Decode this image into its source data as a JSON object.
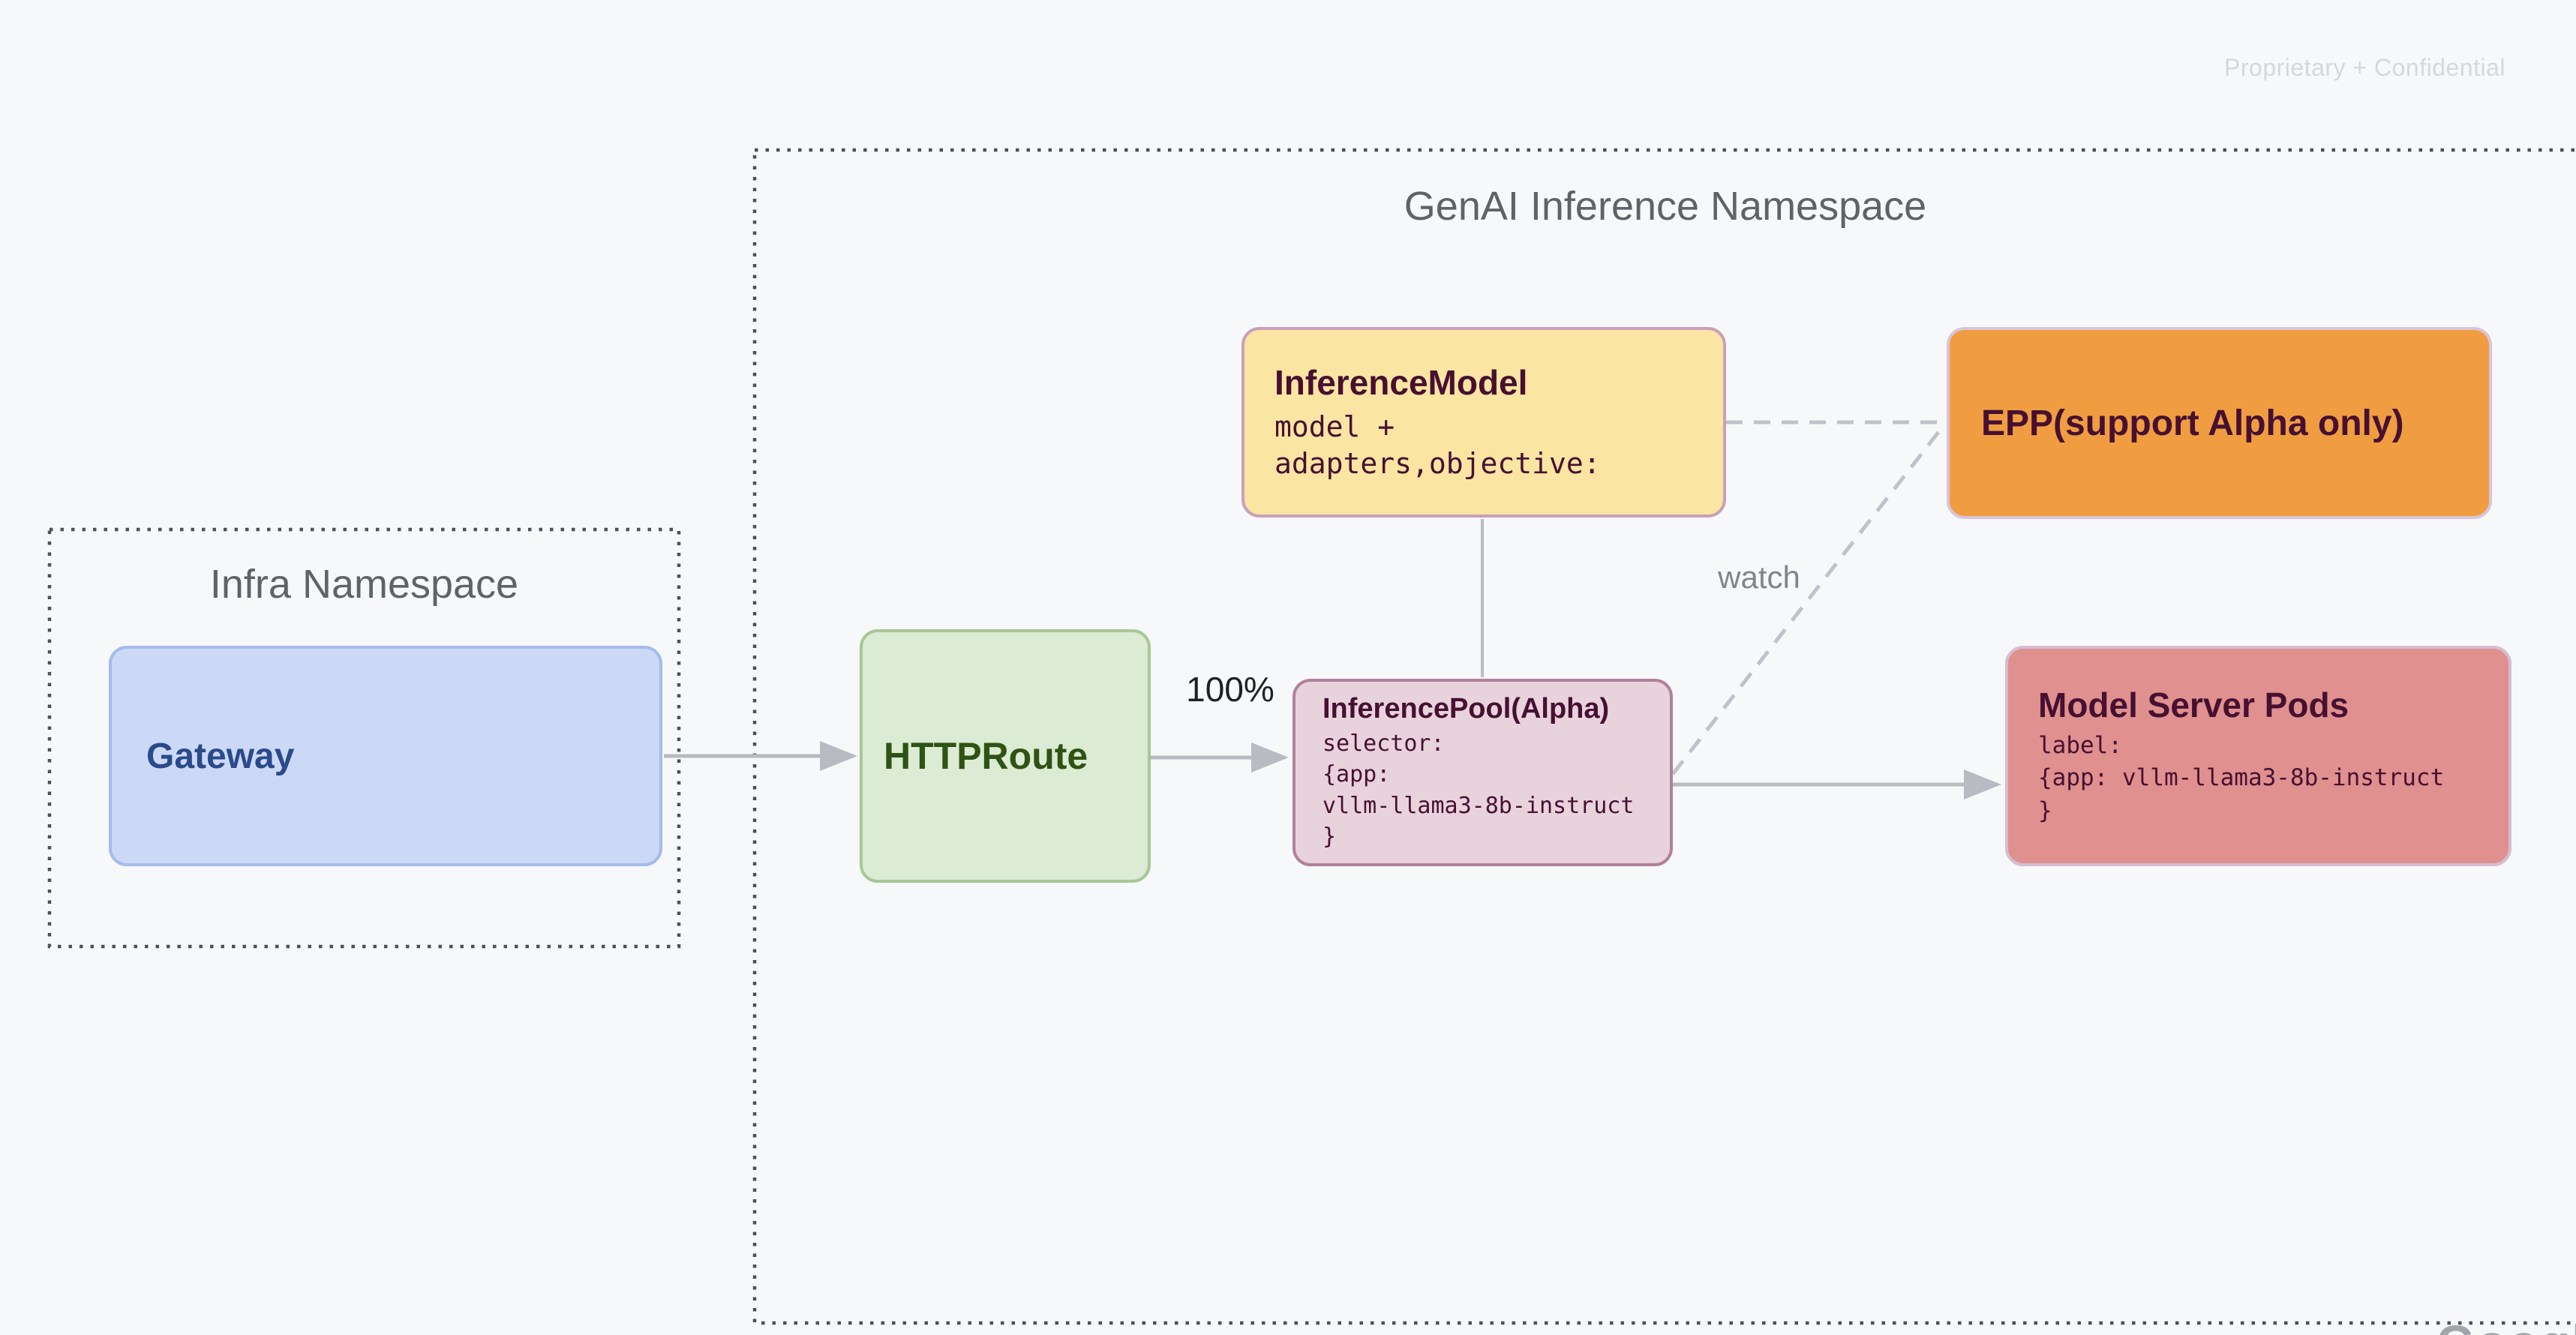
{
  "slide": {
    "confidential_label": "Proprietary + Confidential",
    "brand_watermark": "Google",
    "background_color": "#f7f8fa"
  },
  "namespaces": {
    "infra": {
      "title": "Infra Namespace"
    },
    "genai": {
      "title": "GenAI Inference Namespace"
    }
  },
  "nodes": {
    "gateway": {
      "label": "Gateway",
      "fill": "#ccd9f6",
      "border": "#a5bbeb",
      "text_color": "#2b4a8b"
    },
    "httproute": {
      "label": "HTTPRoute",
      "fill": "#dcebd4",
      "border": "#a8c797",
      "text_color": "#2e5314"
    },
    "inference_model": {
      "title": "InferenceModel",
      "body": "model +\nadapters,objective:",
      "fill": "#fbe5a3",
      "border": "#c9a0ba",
      "text_color": "#471031"
    },
    "epp": {
      "label": "EPP(support Alpha only)",
      "fill": "#f09d41",
      "border": "#d9c4d9",
      "text_color": "#471031"
    },
    "inference_pool": {
      "title": "InferencePool(Alpha)",
      "body": "selector:\n{app:\nvllm-llama3-8b-instruct\n}",
      "fill": "#e8d3dd",
      "border": "#b2809b",
      "text_color": "#471031"
    },
    "model_server_pods": {
      "title": "Model Server Pods",
      "body": "label:\n{app: vllm-llama3-8b-instruct\n}",
      "fill": "#df908f",
      "border": "#d4bdd2",
      "text_color": "#471031"
    }
  },
  "edges": {
    "gateway_to_httproute": {
      "style": "solid",
      "arrow": true,
      "label": ""
    },
    "httproute_to_inference_pool": {
      "style": "solid",
      "arrow": true,
      "label": "100%"
    },
    "inference_model_to_inference_pool": {
      "style": "solid",
      "arrow": false,
      "label": ""
    },
    "inference_model_to_epp": {
      "style": "dashed",
      "arrow": false,
      "label": ""
    },
    "inference_pool_to_epp": {
      "style": "dashed",
      "arrow": false,
      "label": "watch"
    },
    "inference_pool_to_model_server_pods": {
      "style": "solid",
      "arrow": true,
      "label": ""
    }
  },
  "style_tokens": {
    "connector_color": "#b8bbc1",
    "dashed_connector_color": "#bfc2c8",
    "namespace_dot_color": "#4d5055",
    "namespace_title_color": "#5f6368"
  }
}
